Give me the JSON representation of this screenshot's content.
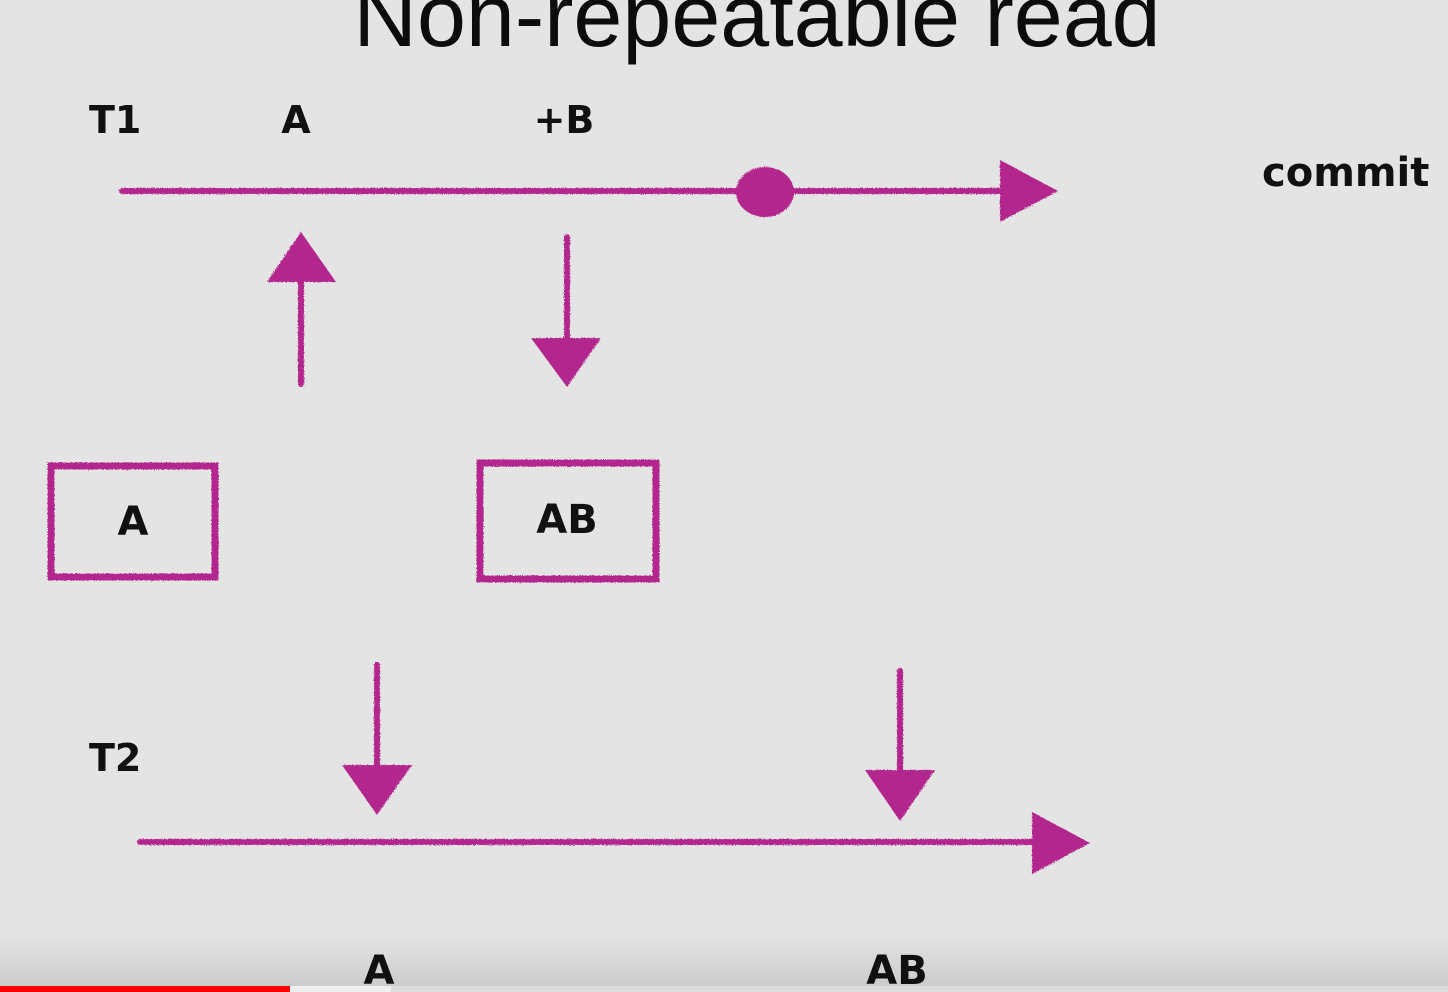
{
  "title": "Non-repeatable read",
  "t1": {
    "label": "T1",
    "read_label": "A",
    "write_label": "+B",
    "commit_label": "commit"
  },
  "database": {
    "state_before": "A",
    "state_after": "AB"
  },
  "t2": {
    "label": "T2",
    "first_read": "A",
    "second_read": "AB"
  },
  "colors": {
    "accent": "#b3288e",
    "background": "#e3e4e3",
    "text": "#111111",
    "progress": "#ff0000"
  },
  "video_progress": {
    "played_fraction": 0.2,
    "buffered_fraction": 0.27
  }
}
